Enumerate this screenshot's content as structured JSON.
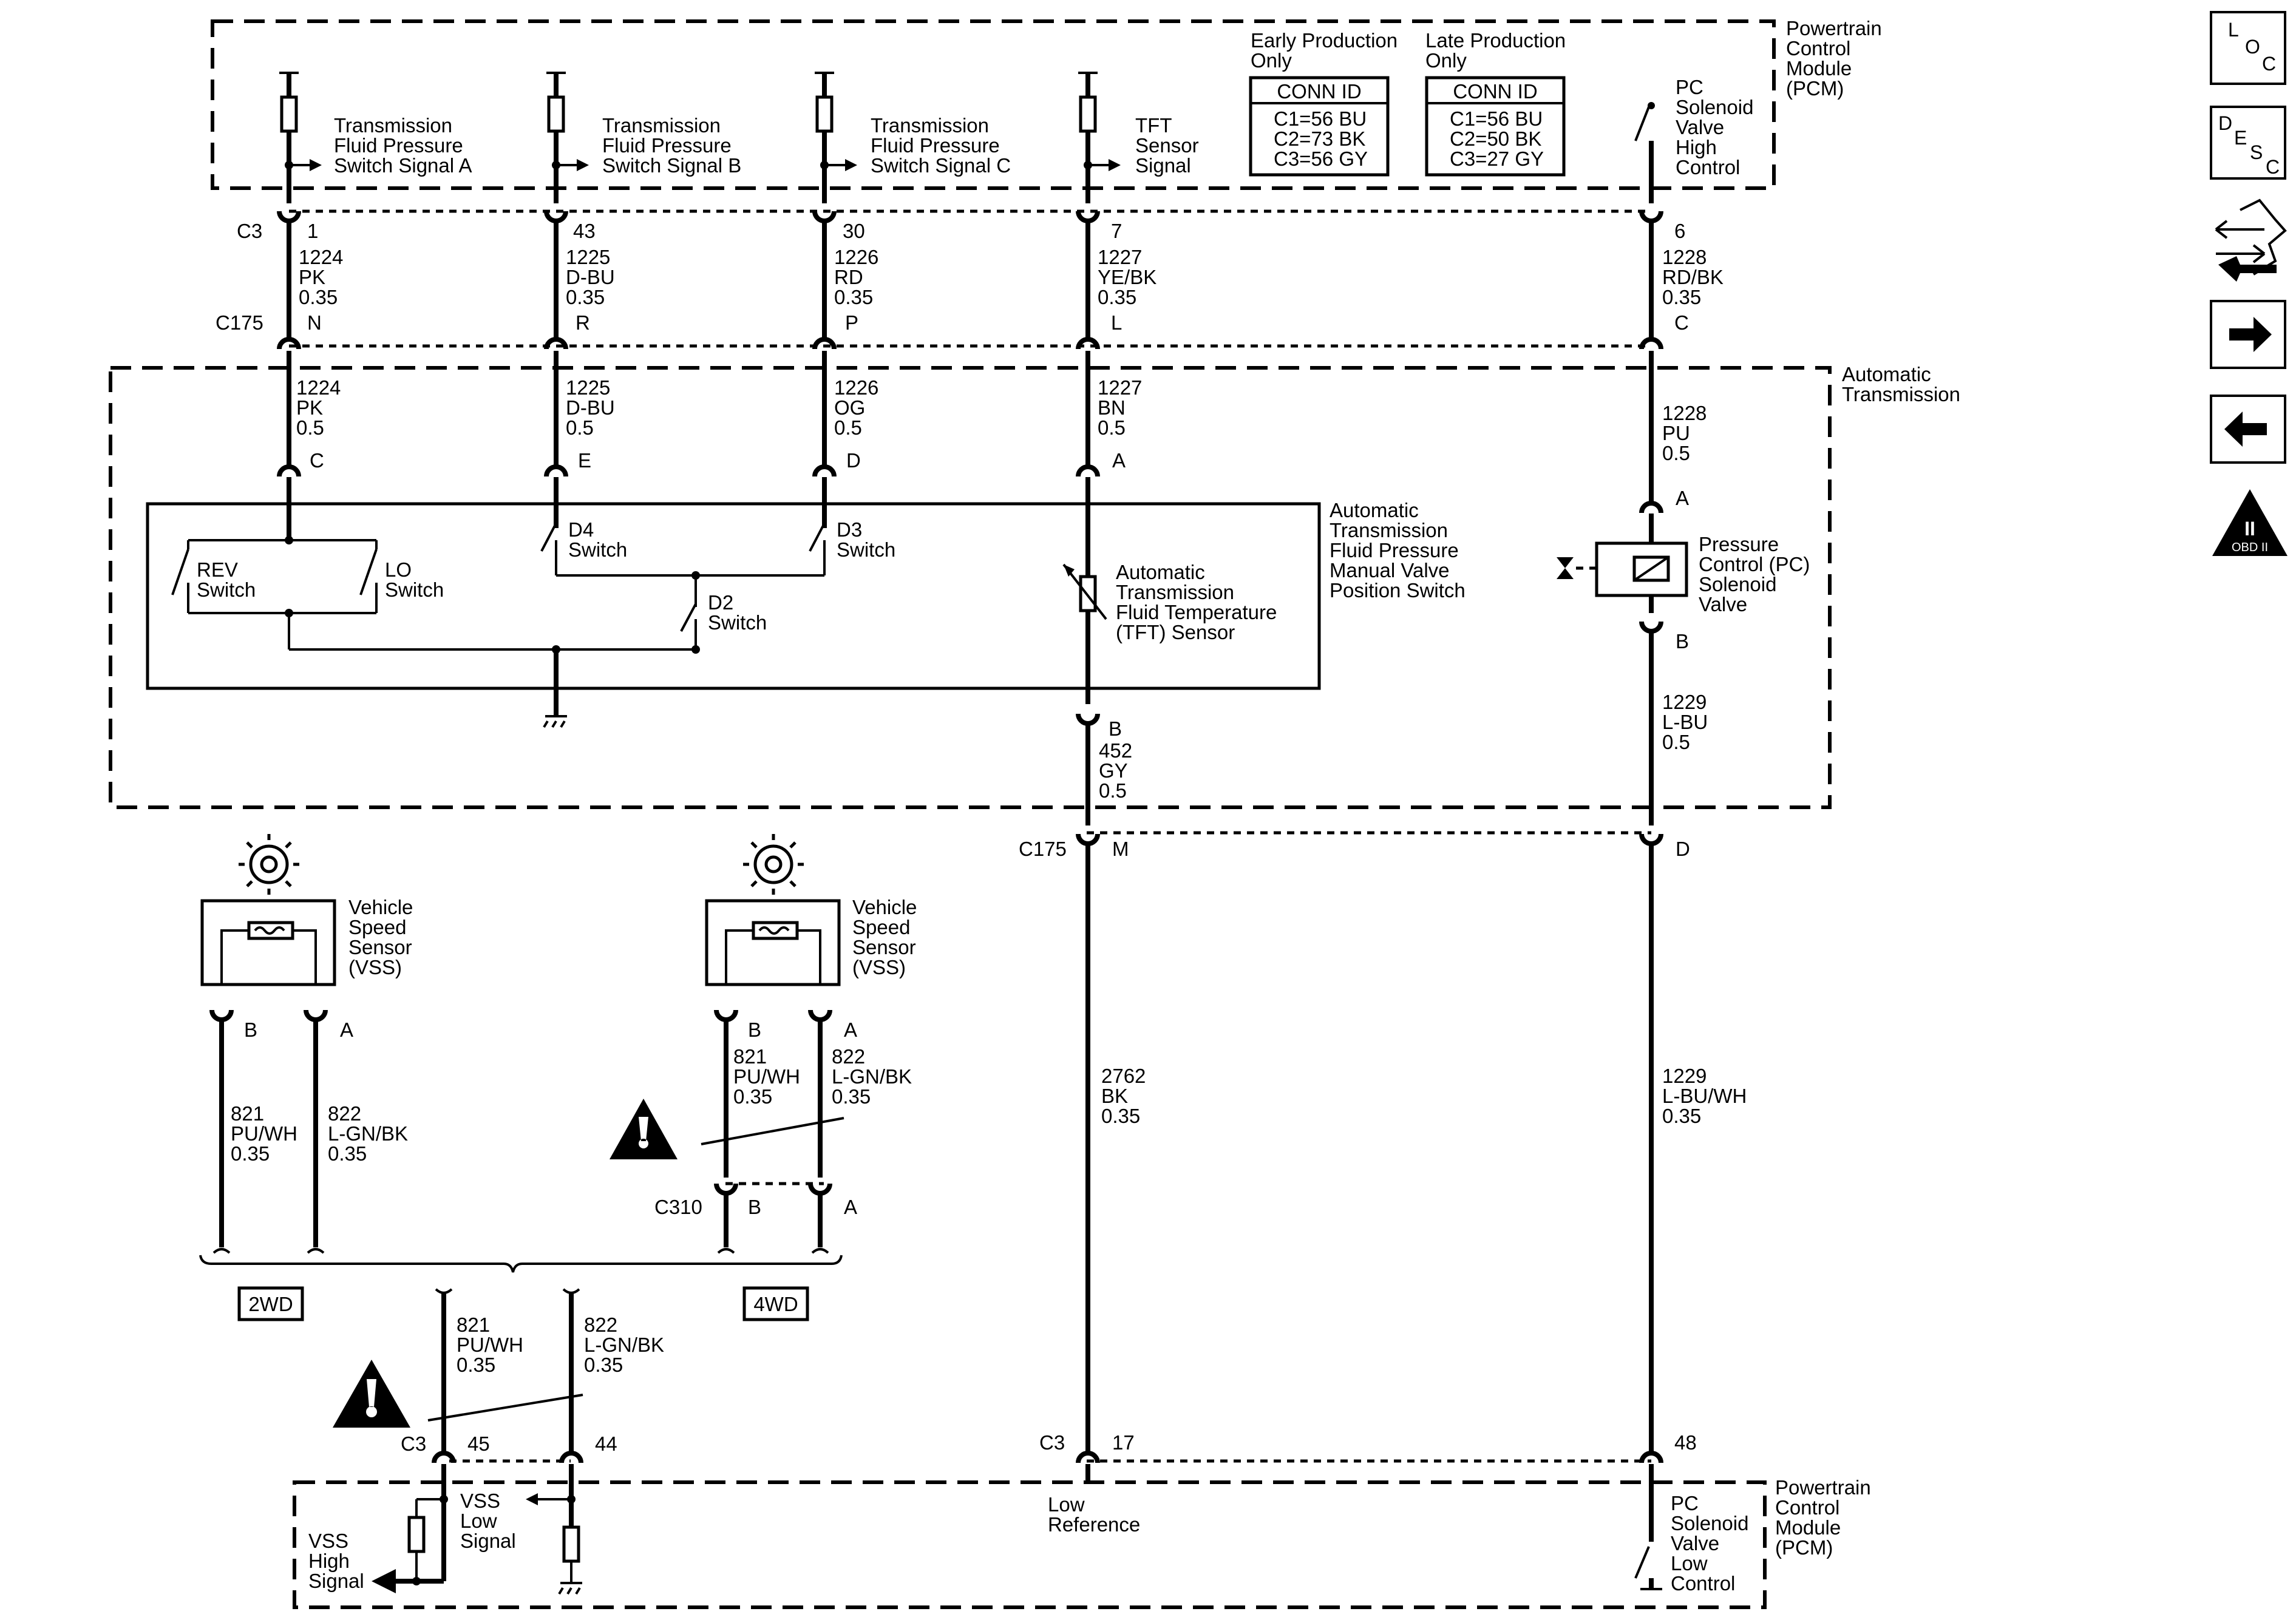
{
  "modules": {
    "pcm_top": [
      "Powertrain",
      "Control",
      "Module",
      "(PCM)"
    ],
    "pcm_bottom": [
      "Powertrain",
      "Control",
      "Module",
      "(PCM)"
    ],
    "trans": [
      "Automatic",
      "Transmission"
    ],
    "tfp_switch": [
      "Automatic",
      "Transmission",
      "Fluid Pressure",
      "Manual Valve",
      "Position Switch"
    ]
  },
  "conn_table": {
    "early_title": [
      "Early Production",
      "Only"
    ],
    "late_title": [
      "Late Production",
      "Only"
    ],
    "header": "CONN ID",
    "early_rows": [
      "C1=56 BU",
      "C2=73 BK",
      "C3=56 GY"
    ],
    "late_rows": [
      "C1=56 BU",
      "C2=50 BK",
      "C3=27 GY"
    ]
  },
  "pcm_signals": [
    [
      "Transmission",
      "Fluid Pressure",
      "Switch Signal A"
    ],
    [
      "Transmission",
      "Fluid Pressure",
      "Switch Signal B"
    ],
    [
      "Transmission",
      "Fluid Pressure",
      "Switch Signal C"
    ],
    [
      "TFT",
      "Sensor",
      "Signal"
    ],
    [
      "PC",
      "Solenoid",
      "Valve",
      "High",
      "Control"
    ]
  ],
  "connectors": {
    "c3": "C3",
    "c175": "C175",
    "c310": "C310"
  },
  "c3_pins_top": [
    "1",
    "43",
    "30",
    "7",
    "6"
  ],
  "upper_wires": [
    [
      "1224",
      "PK",
      "0.35"
    ],
    [
      "1225",
      "D-BU",
      "0.35"
    ],
    [
      "1226",
      "RD",
      "0.35"
    ],
    [
      "1227",
      "YE/BK",
      "0.35"
    ],
    [
      "1228",
      "RD/BK",
      "0.35"
    ]
  ],
  "c175_pins_top": [
    "N",
    "R",
    "P",
    "L",
    "C"
  ],
  "trans_wires": [
    [
      "1224",
      "PK",
      "0.5"
    ],
    [
      "1225",
      "D-BU",
      "0.5"
    ],
    [
      "1226",
      "OG",
      "0.5"
    ],
    [
      "1227",
      "BN",
      "0.5"
    ],
    [
      "1228",
      "PU",
      "0.5"
    ]
  ],
  "switch_pins": [
    "C",
    "E",
    "D",
    "A",
    "A"
  ],
  "switches": {
    "rev": [
      "REV",
      "Switch"
    ],
    "lo": [
      "LO",
      "Switch"
    ],
    "d4": [
      "D4",
      "Switch"
    ],
    "d3": [
      "D3",
      "Switch"
    ],
    "d2": [
      "D2",
      "Switch"
    ]
  },
  "tft_sensor": [
    "Automatic",
    "Transmission",
    "Fluid Temperature",
    "(TFT) Sensor"
  ],
  "pc_solenoid": [
    "Pressure",
    "Control (PC)",
    "Solenoid",
    "Valve"
  ],
  "pin_b": "B",
  "wire_452": [
    "452",
    "GY",
    "0.5"
  ],
  "wire_1229": [
    "1229",
    "L-BU",
    "0.5"
  ],
  "c175_pins_bottom": [
    "M",
    "D"
  ],
  "vss": [
    "Vehicle",
    "Speed",
    "Sensor",
    "(VSS)"
  ],
  "vss_pins": [
    "B",
    "A"
  ],
  "wire_821": [
    "821",
    "PU/WH",
    "0.35"
  ],
  "wire_822": [
    "822",
    "L-GN/BK",
    "0.35"
  ],
  "wire_2762": [
    "2762",
    "BK",
    "0.35"
  ],
  "wire_1229b": [
    "1229",
    "L-BU/WH",
    "0.35"
  ],
  "variant_2wd": "2WD",
  "variant_4wd": "4WD",
  "c3_pins_bottom": [
    "45",
    "44",
    "17",
    "48"
  ],
  "pcm_bottom_labels": {
    "vss_high": [
      "VSS",
      "High",
      "Signal"
    ],
    "vss_low": [
      "VSS",
      "Low",
      "Signal"
    ],
    "low_ref": [
      "Low",
      "Reference"
    ],
    "pc_low": [
      "PC",
      "Solenoid",
      "Valve",
      "Low",
      "Control"
    ]
  },
  "nav": {
    "loc": [
      "L",
      "O",
      "C"
    ],
    "desc": [
      "D",
      "E",
      "S",
      "C"
    ],
    "obd": "OBD II",
    "obd_num": "II"
  }
}
